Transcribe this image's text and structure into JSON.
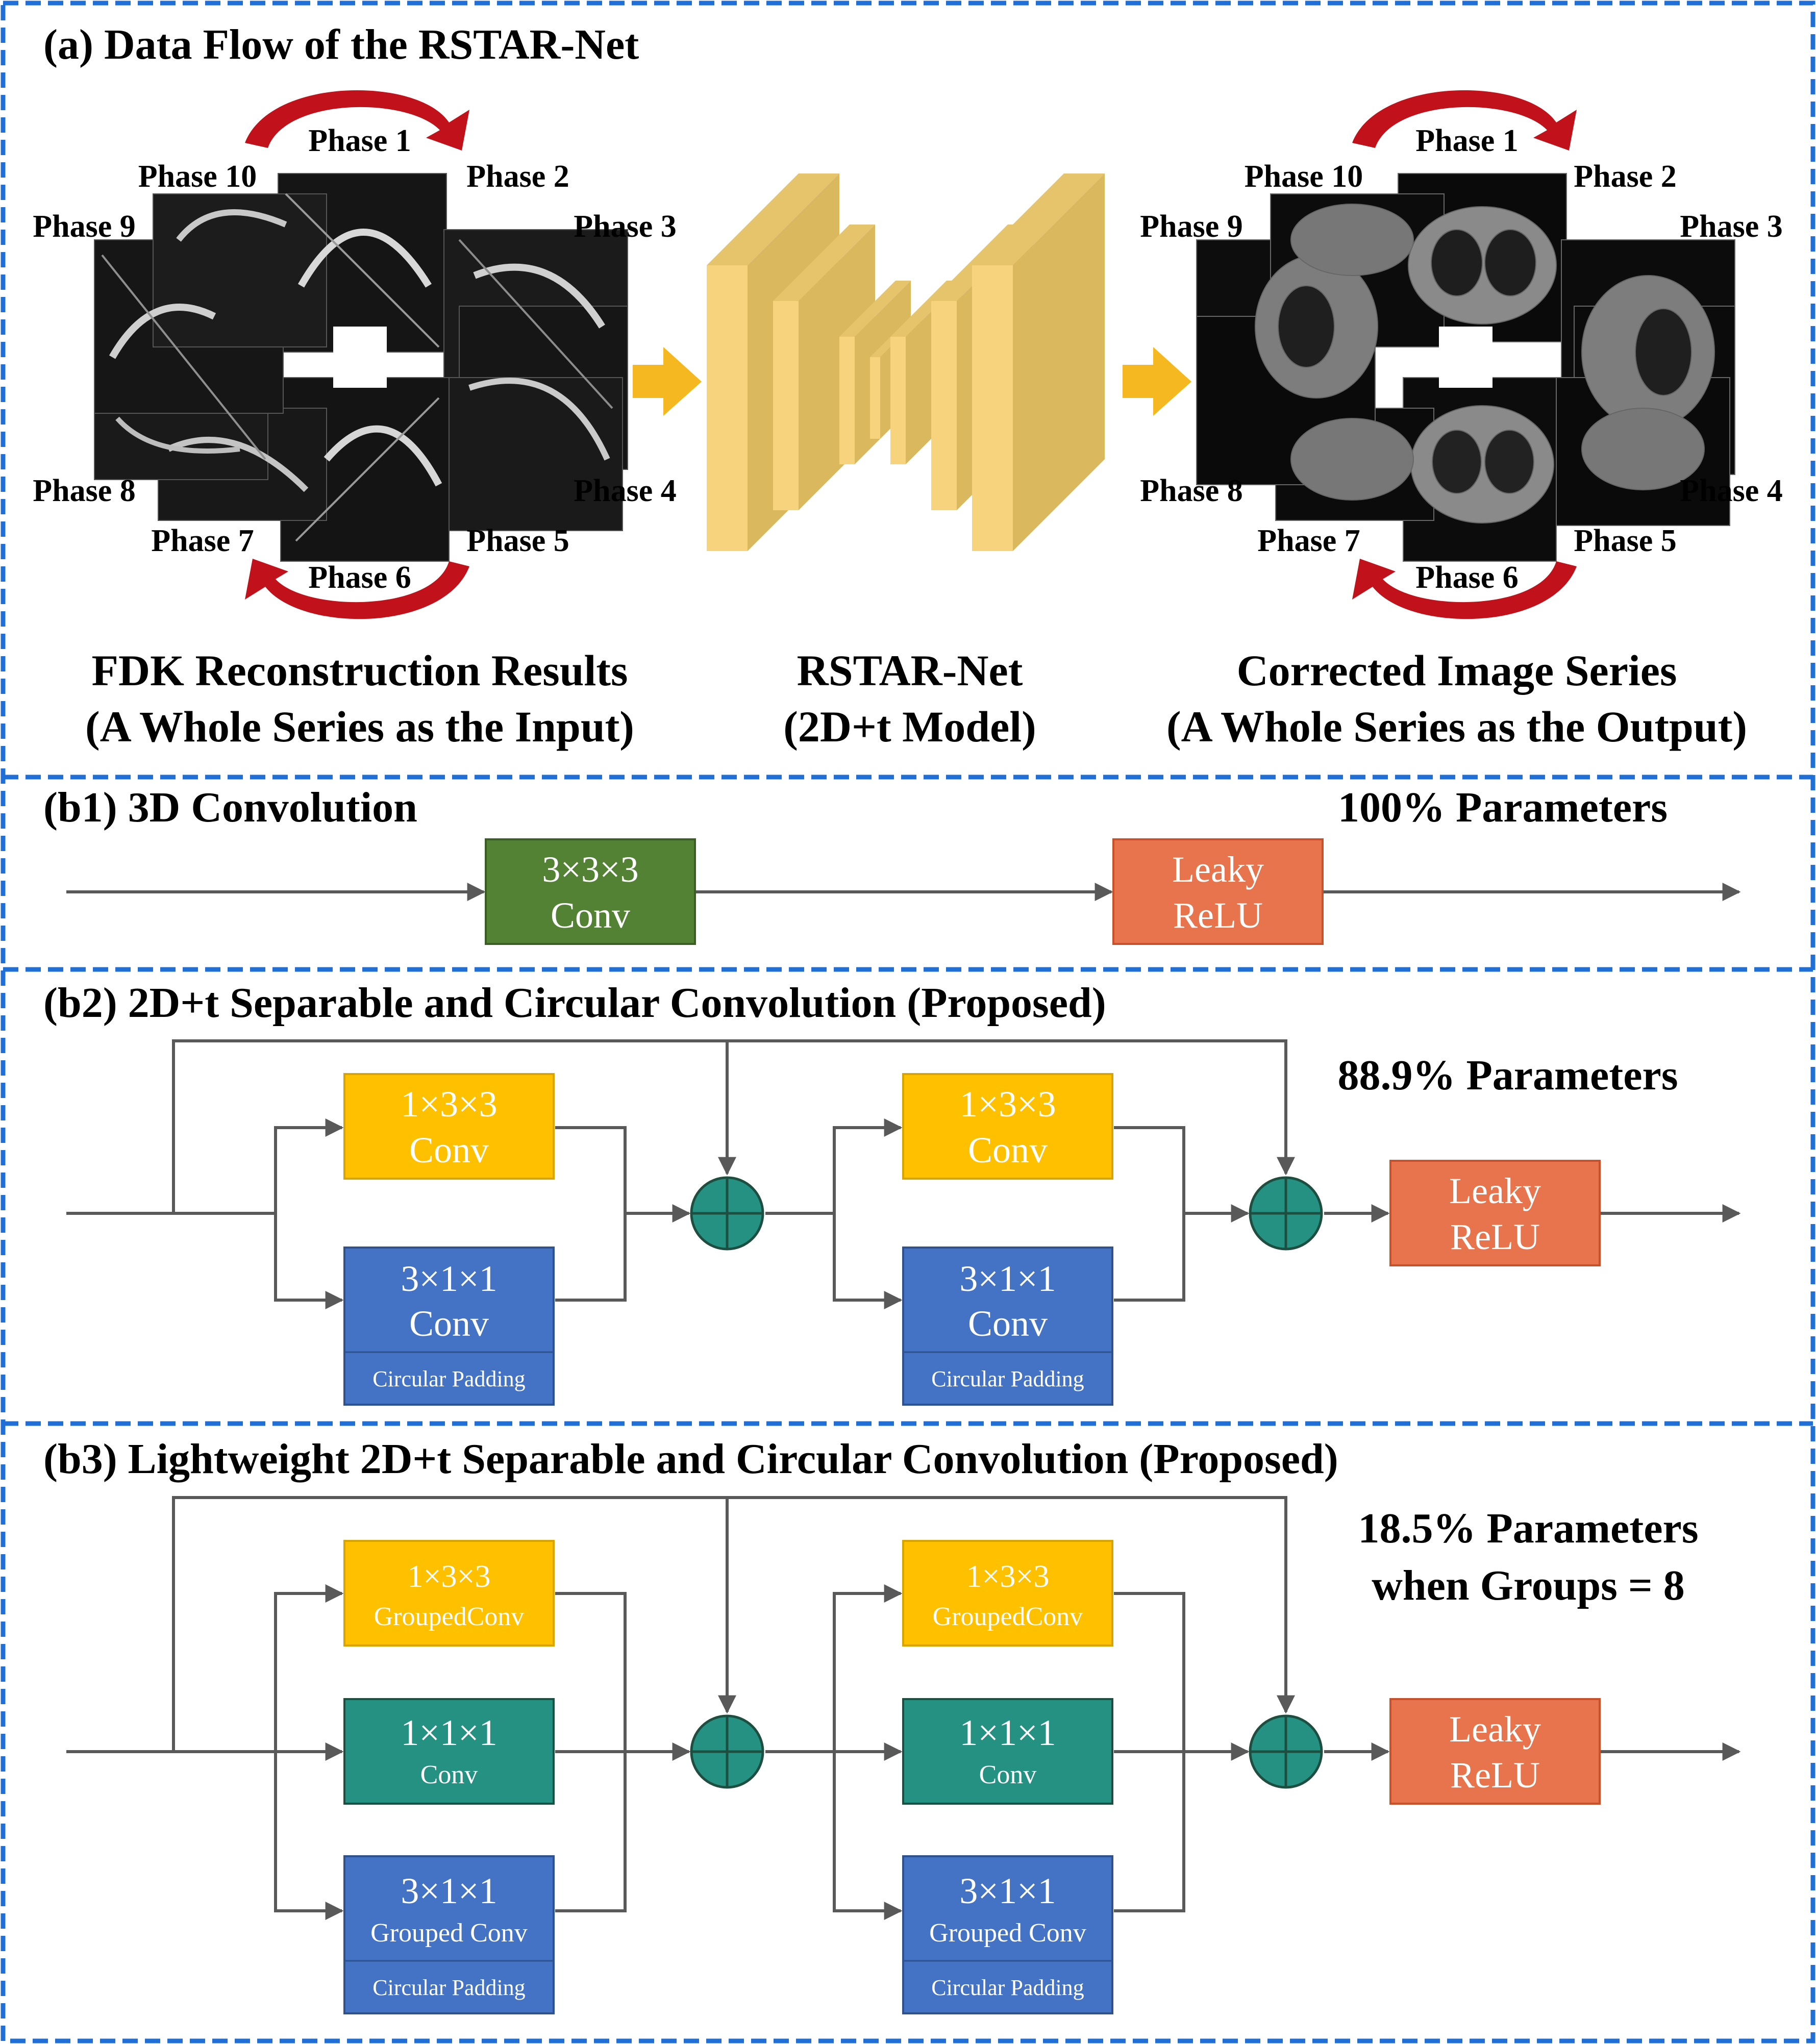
{
  "colors": {
    "frame": "#1f6fd6",
    "arrow_red": "#c1121c",
    "arrow_orange": "#f5b820",
    "net_face": "#f7d37e",
    "net_side": "#d9b85e",
    "yellow": "#ffc000",
    "blue": "#4472c4",
    "green_box": "#548235",
    "teal": "#259183",
    "orange": "#e8744d",
    "line": "#595959"
  },
  "panel_a": {
    "title": "(a) Data Flow of the RSTAR-Net",
    "input_phases": [
      "Phase 1",
      "Phase 2",
      "Phase 3",
      "Phase 4",
      "Phase 5",
      "Phase 6",
      "Phase 7",
      "Phase 8",
      "Phase 9",
      "Phase 10"
    ],
    "output_phases": [
      "Phase 1",
      "Phase 2",
      "Phase 3",
      "Phase 4",
      "Phase 5",
      "Phase 6",
      "Phase 7",
      "Phase 8",
      "Phase 9",
      "Phase 10"
    ],
    "input_caption": [
      "FDK Reconstruction Results",
      "(A Whole Series as the Input)"
    ],
    "net_caption": [
      "RSTAR-Net",
      "(2D+t Model)"
    ],
    "output_caption": [
      "Corrected Image Series",
      "(A Whole Series as the Output)"
    ]
  },
  "panel_b1": {
    "title": "(b1) 3D Convolution",
    "params": "100% Parameters",
    "conv": [
      "3×3×3",
      "Conv"
    ],
    "act": [
      "Leaky",
      "ReLU"
    ]
  },
  "panel_b2": {
    "title": "(b2) 2D+t Separable and Circular Convolution (Proposed)",
    "params": "88.9% Parameters",
    "spatial": [
      "1×3×3",
      "Conv"
    ],
    "temporal": [
      "3×1×1",
      "Conv"
    ],
    "padding": "Circular Padding",
    "act": [
      "Leaky",
      "ReLU"
    ]
  },
  "panel_b3": {
    "title": "(b3) Lightweight 2D+t Separable and Circular Convolution (Proposed)",
    "params": [
      "18.5% Parameters",
      "when Groups = 8"
    ],
    "spatial": [
      "1×3×3",
      "GroupedConv"
    ],
    "pointwise": [
      "1×1×1",
      "Conv"
    ],
    "temporal": [
      "3×1×1",
      "Grouped Conv"
    ],
    "padding": "Circular Padding",
    "act": [
      "Leaky",
      "ReLU"
    ]
  }
}
